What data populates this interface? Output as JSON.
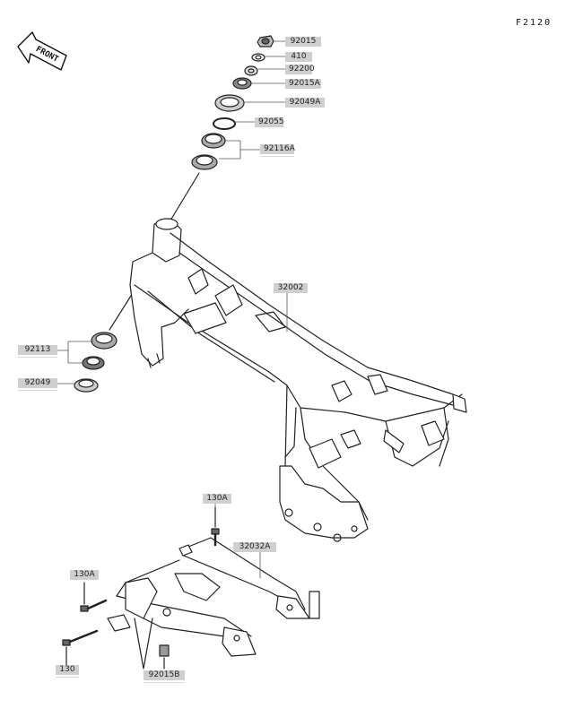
{
  "diagram": {
    "page_code": "F2120",
    "front_arrow_text": "FRONT",
    "parts": [
      {
        "id": "p-92015",
        "label": "92015"
      },
      {
        "id": "p-410",
        "label": "410"
      },
      {
        "id": "p-92200",
        "label": "92200"
      },
      {
        "id": "p-92015a",
        "label": "92015A"
      },
      {
        "id": "p-92049a",
        "label": "92049A"
      },
      {
        "id": "p-92055",
        "label": "92055"
      },
      {
        "id": "p-92116a",
        "label": "92116A"
      },
      {
        "id": "p-32002",
        "label": "32002"
      },
      {
        "id": "p-92113",
        "label": "92113"
      },
      {
        "id": "p-92049",
        "label": "92049"
      },
      {
        "id": "p-130a-top",
        "label": "130A"
      },
      {
        "id": "p-32032a",
        "label": "32032A"
      },
      {
        "id": "p-130a-left",
        "label": "130A"
      },
      {
        "id": "p-130",
        "label": "130"
      },
      {
        "id": "p-92015b",
        "label": "92015B"
      }
    ]
  }
}
